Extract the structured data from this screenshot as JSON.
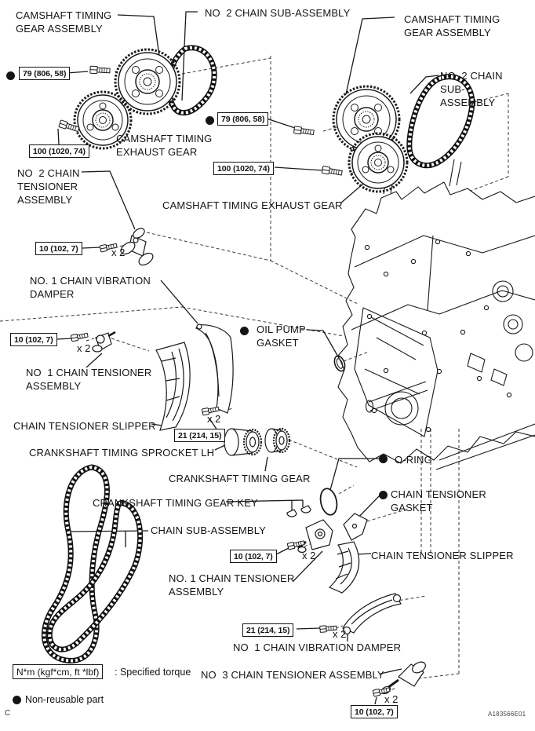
{
  "diagram": {
    "figure_code": "A183566E01",
    "corner_mark": "C",
    "legend": {
      "torque_symbol": "N*m (kgf*cm, ft *lbf)",
      "torque_meaning": ": Specified torque",
      "nonreusable_meaning": "Non-reusable part"
    },
    "torques": {
      "b79": "79 (806, 58)",
      "b100": "100 (1020, 74)",
      "b10": "10 (102, 7)",
      "b21": "21 (214, 15)",
      "x2": "x 2"
    },
    "labels": {
      "cam_gear_left": "CAMSHAFT TIMING\nGEAR ASSEMBLY",
      "no2_chain_top": "NO  2 CHAIN SUB-ASSEMBLY",
      "cam_gear_right": "CAMSHAFT TIMING\nGEAR ASSEMBLY",
      "cam_exhaust_left": "CAMSHAFT TIMING\nEXHAUST GEAR",
      "no2_tensioner": "NO  2 CHAIN\nTENSIONER\nASSEMBLY",
      "no2_chain_right": "NO  2 CHAIN\nSUB-\nASSEMBLY",
      "cam_exhaust_right": "CAMSHAFT TIMING EXHAUST GEAR",
      "no1_vib_damper_top": "NO. 1 CHAIN VIBRATION\nDAMPER",
      "no1_tensioner_top": "NO  1 CHAIN TENSIONER\nASSEMBLY",
      "oil_pump_gasket": "OIL PUMP\nGASKET",
      "chain_slipper_left": "CHAIN TENSIONER SLIPPER",
      "crank_sprocket_lh": "CRANKSHAFT TIMING SPROCKET LH",
      "crank_gear": "CRANKSHAFT TIMING GEAR",
      "o_ring": "O-RING",
      "crank_gear_key": "CRANKSHAFT TIMING GEAR KEY",
      "chain_tensioner_gasket": "CHAIN TENSIONER\nGASKET",
      "chain_sub": "CHAIN SUB-ASSEMBLY",
      "no1_tensioner_bottom": "NO. 1 CHAIN TENSIONER\nASSEMBLY",
      "chain_slipper_right": "CHAIN TENSIONER SLIPPER",
      "no1_vib_damper_bottom": "NO  1 CHAIN VIBRATION DAMPER",
      "no3_tensioner": "NO  3 CHAIN TENSIONER ASSEMBLY"
    }
  }
}
